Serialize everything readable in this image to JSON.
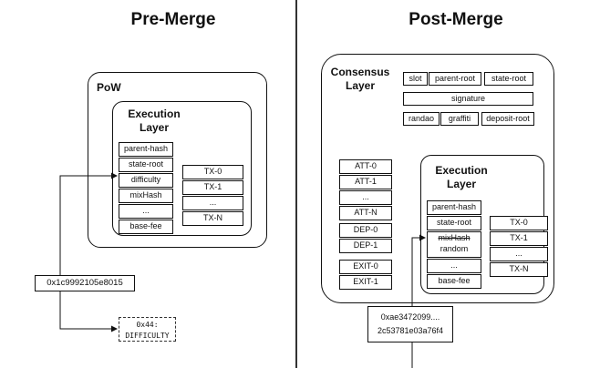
{
  "pre": {
    "title": "Pre-Merge",
    "pow_label": "PoW",
    "exec_label": "Execution\nLayer",
    "header_fields": [
      "parent-hash",
      "state-root",
      "difficulty",
      "mixHash",
      "...",
      "base-fee"
    ],
    "tx_fields": [
      "TX-0",
      "TX-1",
      "...",
      "TX-N"
    ],
    "value_box": "0x1c9992105e8015",
    "opcode_box": "0x44:\nDIFFICULTY"
  },
  "post": {
    "title": "Post-Merge",
    "consensus_label": "Consensus\nLayer",
    "row1": [
      "slot",
      "parent-root",
      "state-root"
    ],
    "signature": "signature",
    "row3": [
      "randao",
      "graffiti",
      "deposit-root"
    ],
    "att_fields": [
      "ATT-0",
      "ATT-1",
      "...",
      "ATT-N"
    ],
    "dep_fields": [
      "DEP-0",
      "DEP-1"
    ],
    "exit_fields": [
      "EXIT-0",
      "EXIT-1"
    ],
    "exec_label": "Execution\nLayer",
    "header_fields": [
      "parent-hash",
      "state-root",
      "mixHash",
      "random",
      "...",
      "base-fee"
    ],
    "tx_fields": [
      "TX-0",
      "TX-1",
      "...",
      "TX-N"
    ],
    "value_box": "0xae3472099....\n2c53781e03a76f4"
  }
}
